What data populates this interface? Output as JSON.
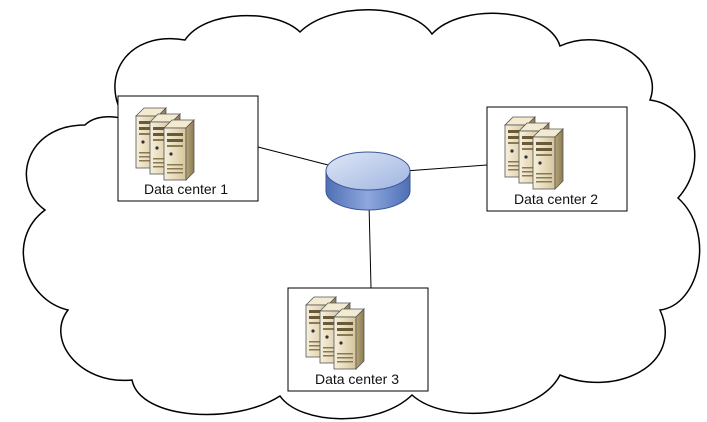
{
  "diagram": {
    "data_centers": [
      {
        "label": "Data center 1"
      },
      {
        "label": "Data center 2"
      },
      {
        "label": "Data center 3"
      }
    ],
    "colors": {
      "cloud_stroke": "#000000",
      "line": "#000000",
      "hub_top": "#b8c8e8",
      "hub_side": "#6f8fcf",
      "server_light": "#efe6cf",
      "server_mid": "#d9c9a1",
      "server_dark": "#9c8c64"
    },
    "icons": [
      "cloud-icon",
      "server-rack-icon",
      "network-hub-icon"
    ]
  }
}
